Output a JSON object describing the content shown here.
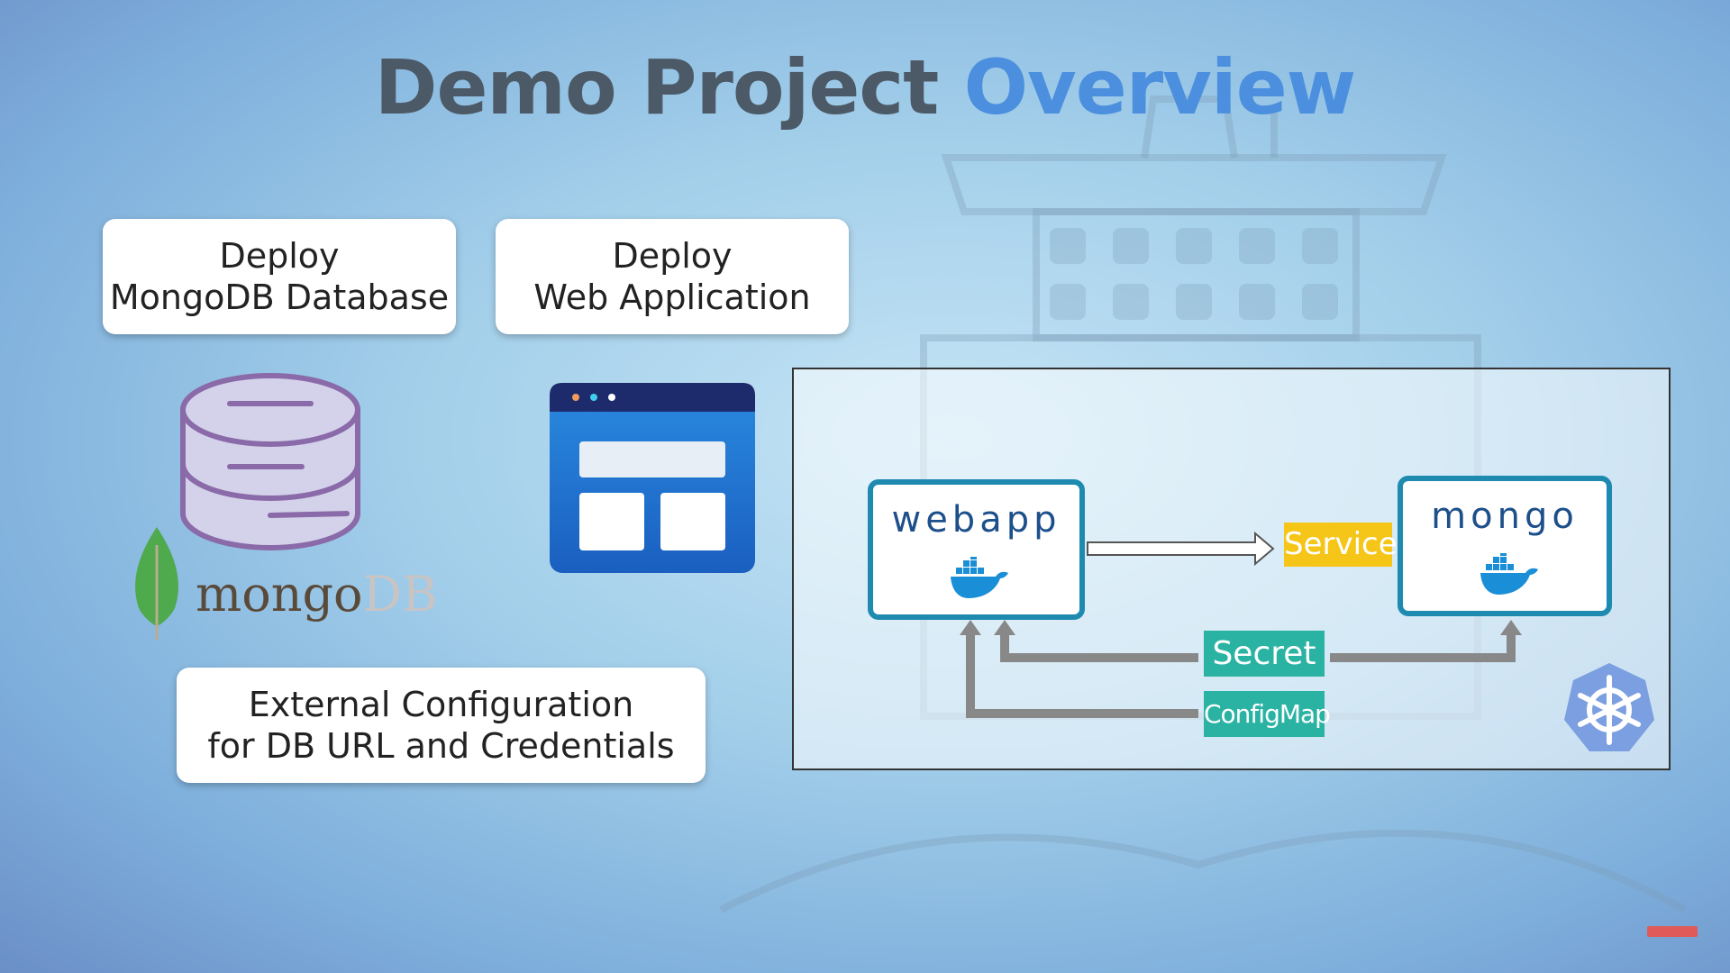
{
  "title": {
    "part1": "Demo Project",
    "part2": "Overview"
  },
  "cards": {
    "deploy_mongodb": {
      "line1": "Deploy",
      "line2": "MongoDB Database"
    },
    "deploy_webapp": {
      "line1": "Deploy",
      "line2": "Web Application"
    },
    "external_config": {
      "line1": "External Configuration",
      "line2": "for DB URL and Credentials"
    }
  },
  "logo": {
    "mongo": "mongo",
    "db": "DB"
  },
  "diagram": {
    "webapp_label": "webapp",
    "mongo_label": "mongo",
    "service_label": "Service",
    "secret_label": "Secret",
    "configmap_label": "ConfigMap"
  },
  "colors": {
    "title_dark": "#4c5966",
    "title_accent": "#4c8fde",
    "node_border": "#1e8ab0",
    "service_bg": "#f5c518",
    "secret_bg": "#2ab3a3",
    "arrow_gray": "#888888",
    "mongodb_purple": "#8a6aa8",
    "mongo_leaf": "#4fa94d",
    "k8s_blue": "#7b9fe0"
  },
  "icons": [
    "database-icon",
    "mongodb-leaf-icon",
    "web-app-window-icon",
    "docker-whale-icon",
    "kubernetes-helm-icon"
  ]
}
